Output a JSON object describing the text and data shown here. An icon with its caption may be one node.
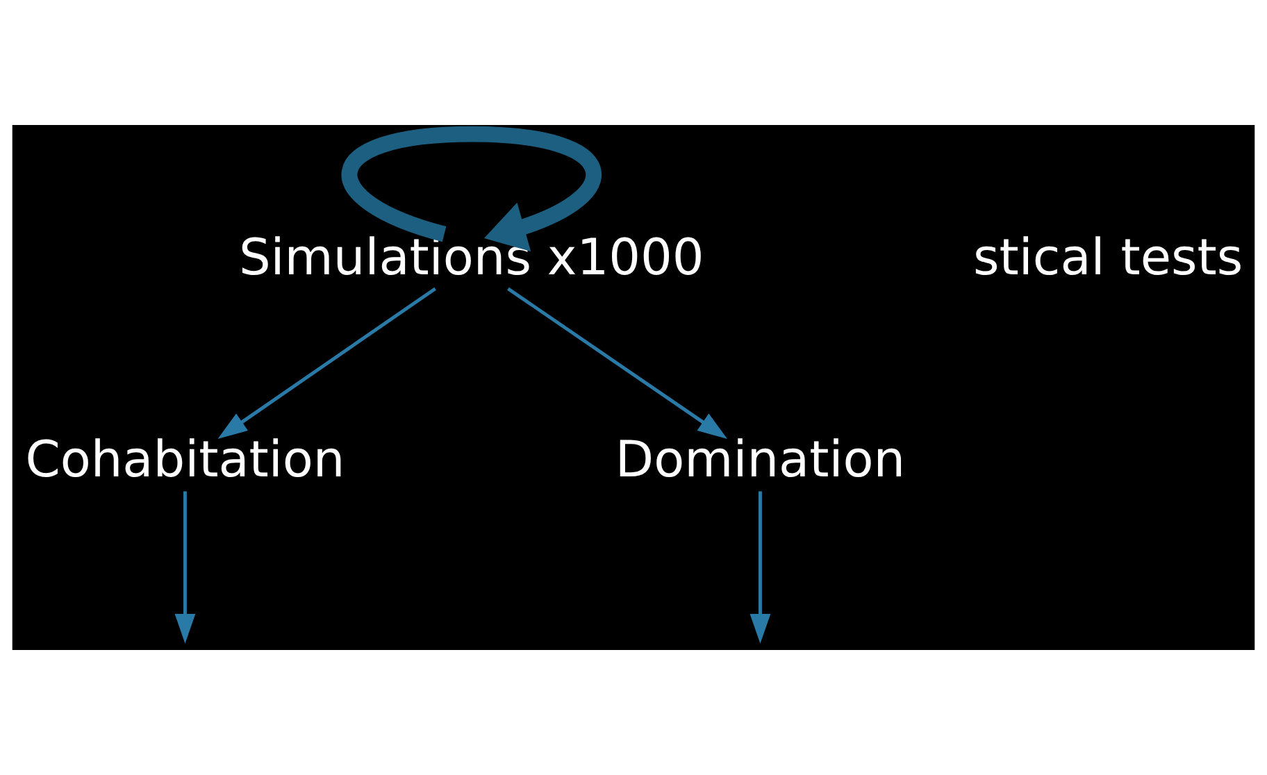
{
  "diagram": {
    "nodes": [
      {
        "text": [
          "Simulations x1000"
        ]
      },
      {
        "text": [
          "Cohabitation"
        ]
      },
      {
        "text": [
          "Domination"
        ]
      }
    ],
    "edges": [
      {
        "from": 0,
        "to": 0,
        "arrow": "to",
        "style": "thick"
      },
      {
        "from": 0,
        "to": 1,
        "arrow": "to"
      },
      {
        "from": 0,
        "to": 2,
        "arrow": "to"
      },
      {
        "from": 1,
        "to": null,
        "arrow": "to"
      },
      {
        "from": 2,
        "to": null,
        "arrow": "to"
      }
    ],
    "labels": [
      "stical tests"
    ]
  }
}
